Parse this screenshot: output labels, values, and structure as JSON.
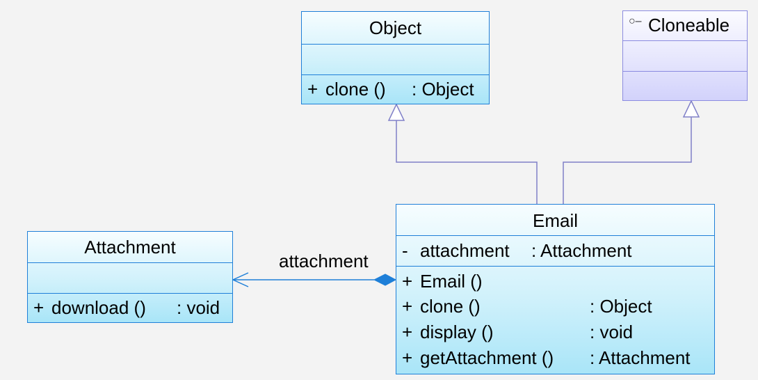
{
  "diagram": {
    "classes": {
      "object": {
        "name": "Object",
        "attributes": [],
        "operations": [
          {
            "visibility": "+",
            "name": "clone ()",
            "type": ": Object"
          }
        ]
      },
      "cloneable": {
        "name": "Cloneable",
        "stereotype_icon": "interface-lollipop-icon",
        "attributes": [],
        "operations": []
      },
      "attachment": {
        "name": "Attachment",
        "attributes": [],
        "operations": [
          {
            "visibility": "+",
            "name": "download ()",
            "type": ": void"
          }
        ]
      },
      "email": {
        "name": "Email",
        "attributes": [
          {
            "visibility": "-",
            "name": "attachment",
            "type": ": Attachment"
          }
        ],
        "operations": [
          {
            "visibility": "+",
            "name": "Email ()",
            "type": ""
          },
          {
            "visibility": "+",
            "name": "clone ()",
            "type": ": Object"
          },
          {
            "visibility": "+",
            "name": "display ()",
            "type": ": void"
          },
          {
            "visibility": "+",
            "name": "getAttachment ()",
            "type": ": Attachment"
          }
        ]
      }
    },
    "relationships": [
      {
        "type": "generalization",
        "from": "Email",
        "to": "Object"
      },
      {
        "type": "realization",
        "from": "Email",
        "to": "Cloneable"
      },
      {
        "type": "composition",
        "from": "Email",
        "to": "Attachment",
        "label": "attachment"
      }
    ],
    "colors": {
      "class_border": "#1e7fd8",
      "class_fill_top": "#f6fdff",
      "class_fill_bottom": "#a9e5f8",
      "interface_border": "#8b8be0",
      "interface_fill_bottom": "#d2d2fb",
      "generalization_line": "#8080c8",
      "association_line": "#1e7fd8",
      "background": "#f3f3f3"
    }
  }
}
